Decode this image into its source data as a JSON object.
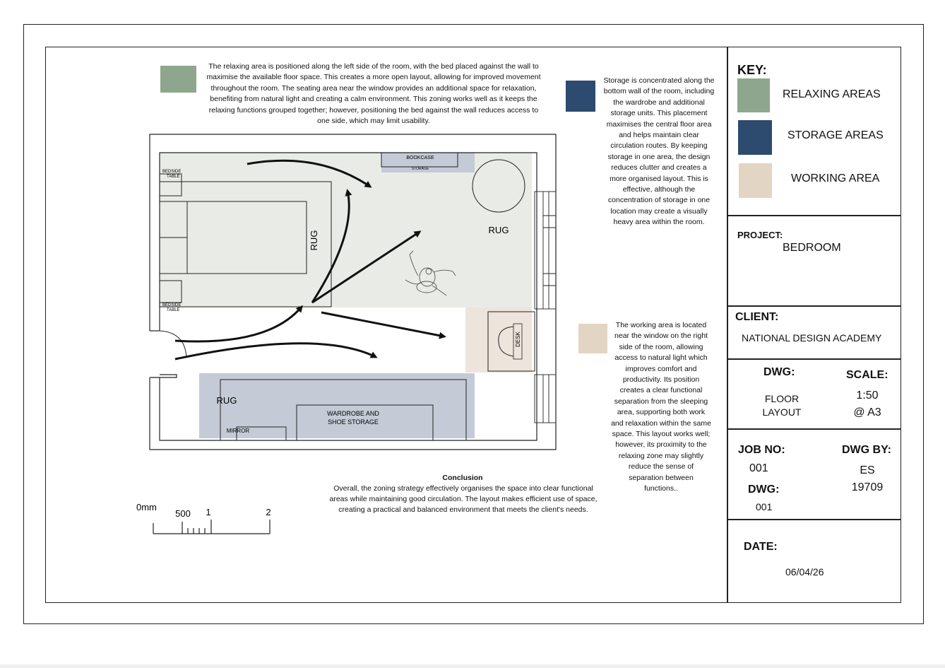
{
  "text": {
    "relaxing_para": "The relaxing area is positioned along the left side of the room, with the bed placed against the wall to maximise the available floor space. This creates a more open layout, allowing for improved movement throughout the room. The seating area near the window provides an additional space for relaxation, benefiting from natural light and creating a calm environment. This zoning works well as it keeps the relaxing functions grouped together; however, positioning the bed against the wall reduces access to one side, which may limit usability.",
    "storage_para": "Storage is concentrated along the bottom wall of the room, including the wardrobe and additional storage units. This placement maximises the central floor area and helps maintain clear circulation routes. By keeping storage in one area, the design reduces clutter and creates a more organised layout. This is effective, although the concentration of storage in one location may create a visually heavy area within the room.",
    "working_para": "The working area is located near the window on the right side of the room, allowing access to natural light which improves comfort and productivity. Its position creates a clear functional separation from the sleeping area, supporting both work and relaxation within the same space. This layout works well; however, its proximity to the relaxing zone may slightly reduce the sense of separation between functions..",
    "conclusion_title": "Conclusion",
    "conclusion_para": "Overall, the zoning strategy effectively organises the space into clear functional areas while maintaining good circulation. The layout makes efficient use of space, creating a practical and balanced environment that meets the client's needs."
  },
  "plan_labels": {
    "bedside_top": "BEDSIDE TABLE",
    "bedside_bottom": "BEDSIDE TABLE",
    "rug_bed": "RUG",
    "rug_right": "RUG",
    "rug_bottom": "RUG",
    "bookcase": "BOOKCASE",
    "storage": "STORAGE",
    "desk": "DESK",
    "wardrobe_line1": "WARDROBE AND",
    "wardrobe_line2": "SHOE STORAGE",
    "mirror": "MIRROR"
  },
  "scale_bar": {
    "zero": "0mm",
    "t500": "500",
    "t1": "1",
    "t2": "2"
  },
  "key": {
    "title": "KEY:",
    "items": [
      {
        "label": "RELAXING AREAS",
        "color": "#8fa68e"
      },
      {
        "label": "STORAGE AREAS",
        "color": "#2d4a6f"
      },
      {
        "label": "WORKING AREA",
        "color": "#e3d5c4"
      }
    ]
  },
  "title_block": {
    "project_label": "PROJECT:",
    "project_value": "BEDROOM",
    "client_label": "CLIENT:",
    "client_value": "NATIONAL DESIGN ACADEMY",
    "dwg_label": "DWG:",
    "dwg_value_line1": "FLOOR",
    "dwg_value_line2": "LAYOUT",
    "scale_label": "SCALE:",
    "scale_line1": "1:50",
    "scale_line2": "@ A3",
    "job_label": "JOB NO:",
    "job_value": "001",
    "dwg2_label": "DWG:",
    "dwg2_value": "001",
    "dwgby_label": "DWG BY:",
    "dwgby_line1": "ES",
    "dwgby_line2": "19709",
    "date_label": "DATE:",
    "date_value": "06/04/26"
  },
  "colors": {
    "relax_zone": "#e9ece6",
    "storage_zone": "#c4cbd6",
    "working_zone": "#ede4dc",
    "line": "#222222"
  }
}
